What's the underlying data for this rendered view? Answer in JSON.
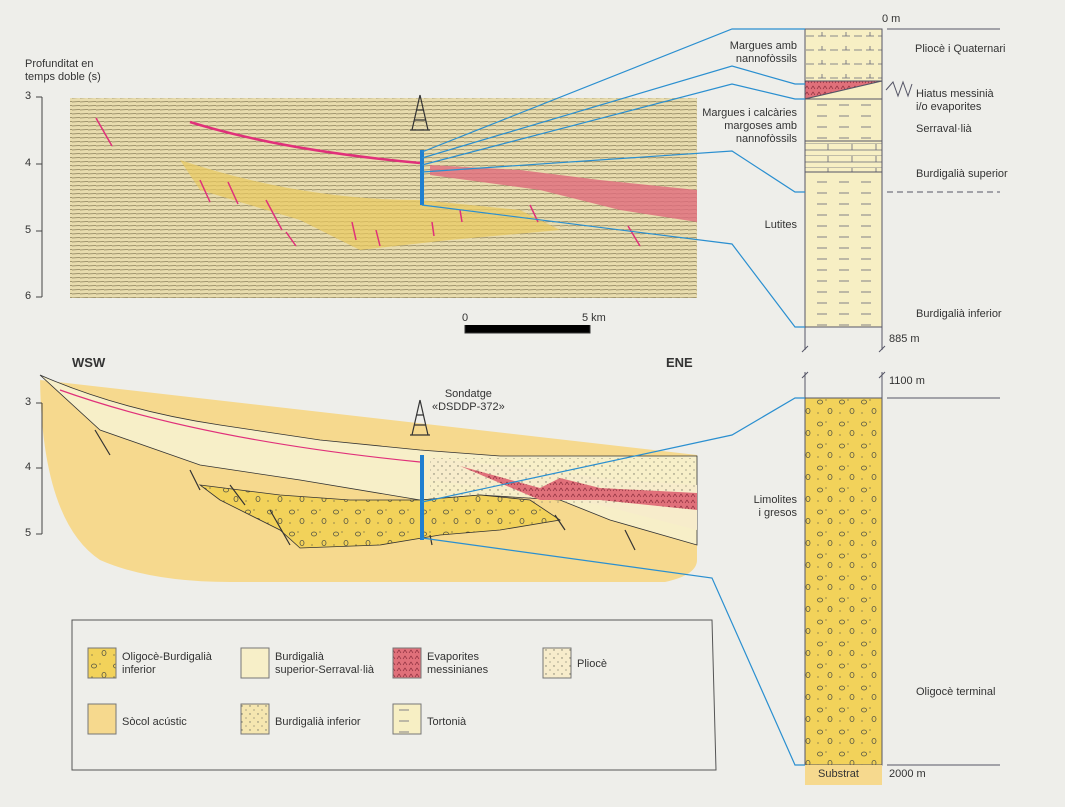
{
  "axis": {
    "title_line1": "Profunditat en",
    "title_line2": "temps doble (s)",
    "upper_ticks": [
      "3",
      "4",
      "5",
      "6"
    ],
    "lower_ticks": [
      "3",
      "4",
      "5"
    ]
  },
  "scale": {
    "start": "0",
    "end": "5 km"
  },
  "orientation": {
    "west": "WSW",
    "east": "ENE"
  },
  "well": {
    "label_line1": "Sondatge",
    "label_line2": "«DSDDP-372»"
  },
  "column_upper": {
    "depth_top": "0 m",
    "depth_bottom": "885 m",
    "lithology": [
      "Margues amb",
      "nannofòssils",
      "Margues i calcàries",
      "margoses amb",
      "nannofòssils",
      "Lutites"
    ],
    "ages": [
      "Pliocè i Quaternari",
      "Hiatus messinià",
      "i/o evaporites",
      "Serraval·lià",
      "Burdigalià superior",
      "Burdigalià inferior"
    ]
  },
  "column_lower": {
    "depth_top": "1100 m",
    "depth_bottom": "2000 m",
    "lithology": [
      "Limolites",
      "i gresos"
    ],
    "age": "Oligocè terminal",
    "base": "Substrat"
  },
  "legend": [
    {
      "label1": "Oligocè-Burdigalià",
      "label2": "inferior",
      "color": "#f2d25a"
    },
    {
      "label1": "Burdigalià",
      "label2": "superior-Serraval·lià",
      "color": "#f7efc8"
    },
    {
      "label1": "Evaporites",
      "label2": "messinianes",
      "color": "#e0707a"
    },
    {
      "label1": "Pliocè",
      "label2": "",
      "color": "#f7eccb"
    },
    {
      "label1": "Sòcol acústic",
      "label2": "",
      "color": "#f6d98e"
    },
    {
      "label1": "Burdigalià inferior",
      "label2": "",
      "color": "#f5e6b0"
    },
    {
      "label1": "Tortonià",
      "label2": "",
      "color": "#f6efc4"
    }
  ],
  "colors": {
    "link": "#2a8fd0",
    "fault": "#e0307a",
    "well": "#1f7fd0"
  }
}
